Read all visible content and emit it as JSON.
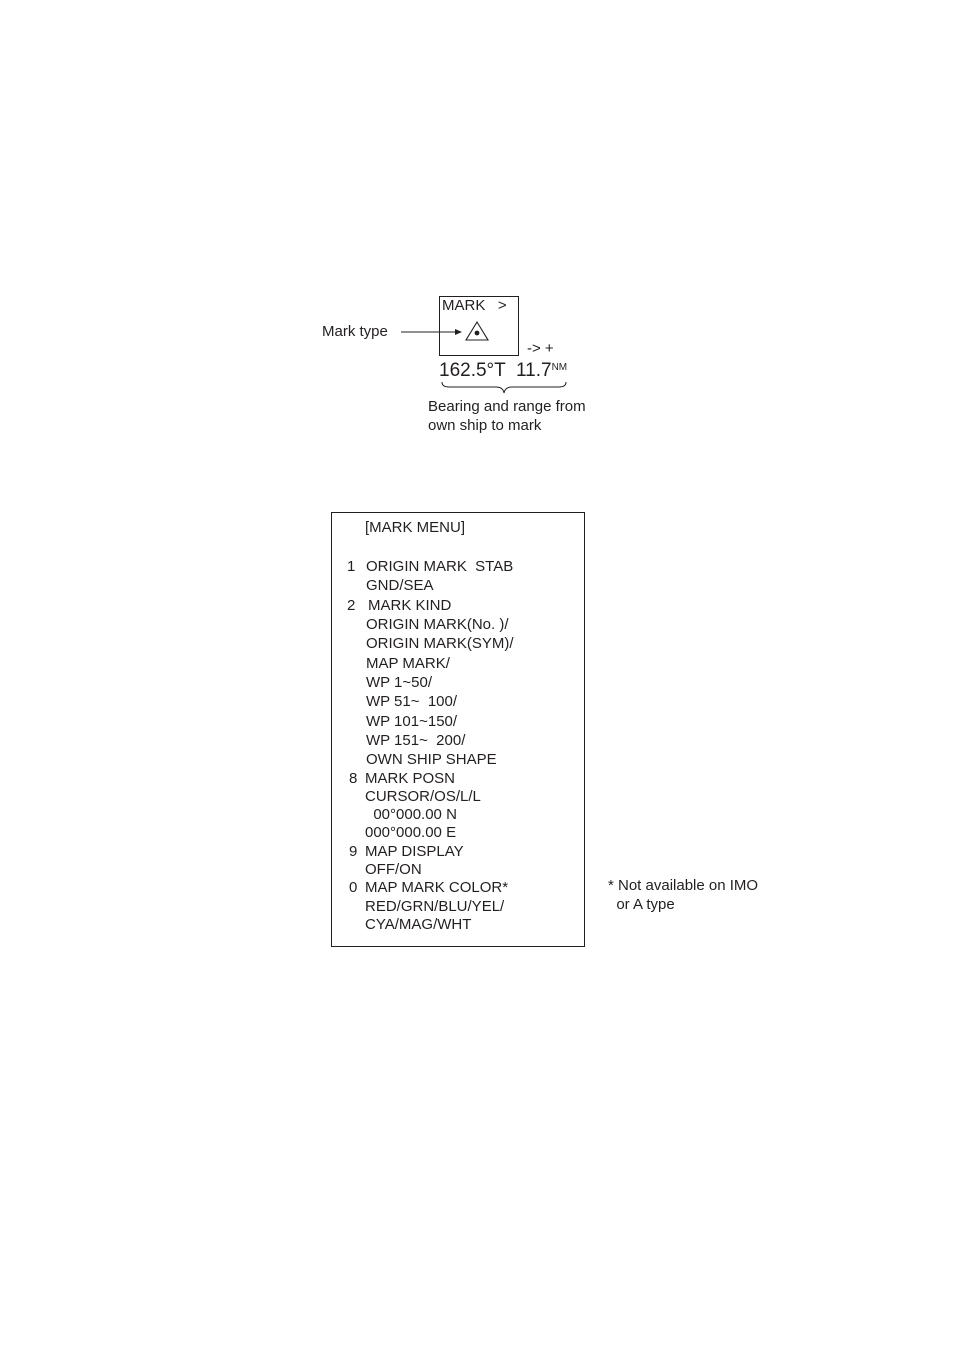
{
  "figure": {
    "mark_box_title": "MARK   >",
    "mark_type_label": "Mark type",
    "arrow_text": "-> +",
    "bearing": "162.5°T",
    "range_value": "11.7",
    "range_unit": "NM",
    "caption_line1": "Bearing and range from",
    "caption_line2": "own ship to mark",
    "symbol_icon": "triangle-with-dot-icon"
  },
  "menu": {
    "title": "[MARK MENU]",
    "item1_num": "1",
    "item1_label": "ORIGIN MARK  STAB",
    "item1_opt": "GND/SEA",
    "item2_num": "2",
    "item2_label": "MARK KIND",
    "item2_opts": [
      "ORIGIN MARK(No. )/",
      "ORIGIN MARK(SYM)/",
      "MAP MARK/",
      "WP 1~50/",
      "WP 51~  100/",
      "WP 101~150/",
      "WP 151~  200/",
      "OWN SHIP SHAPE"
    ],
    "item8_num": "8",
    "item8_label": "MARK POSN",
    "item8_opts": [
      "CURSOR/OS/L/L",
      "  00°000.00 N",
      "000°000.00 E"
    ],
    "item9_num": "9",
    "item9_label": "MAP DISPLAY",
    "item9_opt": "OFF/ON",
    "item0_num": "0",
    "item0_label": "MAP MARK COLOR*",
    "item0_opts": [
      "RED/GRN/BLU/YEL/",
      "CYA/MAG/WHT"
    ]
  },
  "footnote": {
    "line1": "* Not available on IMO",
    "line2": "  or A type"
  }
}
